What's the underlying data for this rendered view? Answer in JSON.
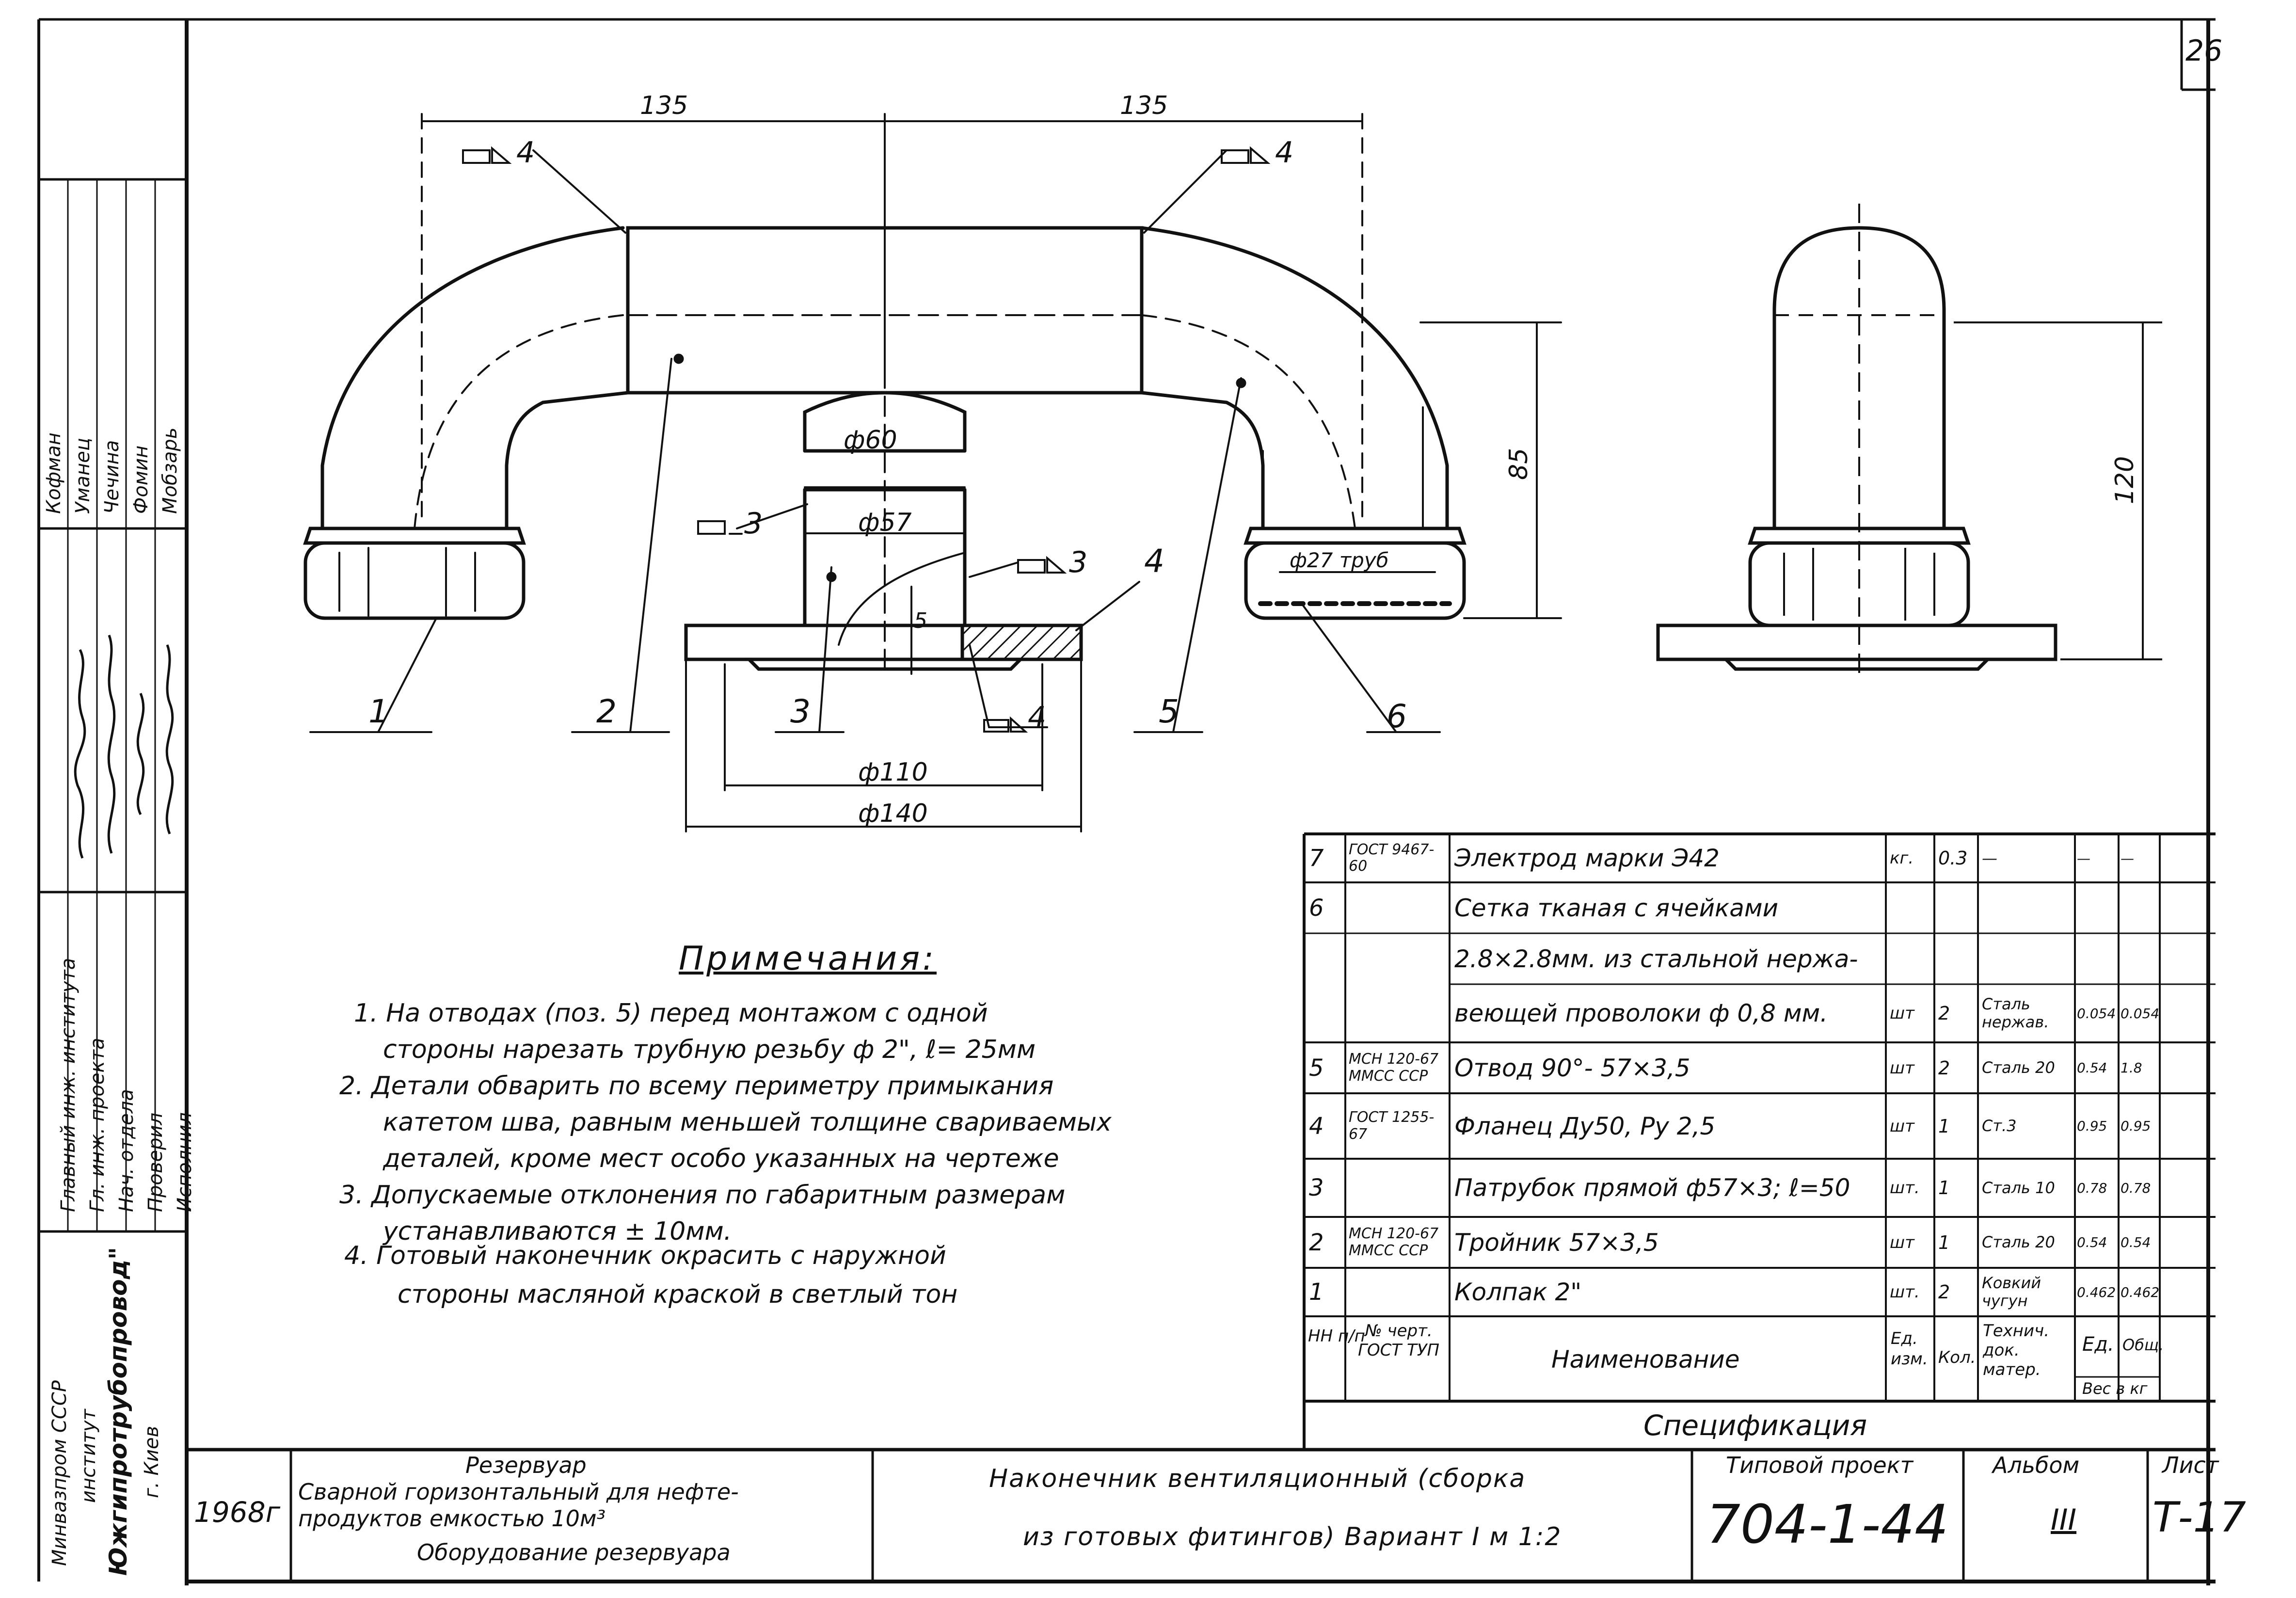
{
  "sheet_number": "26",
  "dimensions": {
    "d135_left": "135",
    "d135_right": "135",
    "d60": "ф60",
    "d57": "ф57",
    "d27": "ф27 труб",
    "d110": "ф110",
    "d140": "ф140",
    "h85": "85",
    "h120": "120",
    "s5": "5"
  },
  "welds": {
    "w_top_left": "4",
    "w_top_right": "4",
    "w_mid_left": "3",
    "w_mid_right": "3",
    "w_bottom": "4"
  },
  "positions": {
    "p1": "1",
    "p2": "2",
    "p3": "3",
    "p4": "4",
    "p5": "5",
    "p6": "6"
  },
  "notes": {
    "title": "Примечания:",
    "items": [
      "1. На отводах (поз. 5) перед монтажом с одной",
      "стороны нарезать трубную резьбу ф 2\", ℓ= 25мм",
      "2. Детали обварить по всему периметру примыкания",
      "катетом шва, равным меньшей толщине свариваемых",
      "деталей, кроме мест особо указанных на чертеже",
      "3. Допускаемые отклонения по габаритным размерам",
      "устанавливаются ± 10мм.",
      "4. Готовый наконечник окрасить с наружной",
      "стороны масляной краской в светлый тон"
    ]
  },
  "spec": {
    "caption": "Спецификация",
    "header": {
      "pos": "НН п/п",
      "doc": "№ черт. ГОСТ ТУП",
      "name": "Наименование",
      "unit": "Ед. изм.",
      "qty": "Кол.",
      "material": "Технич. док. матер.",
      "weight_unit": "Ед.",
      "weight_total": "Общ.",
      "weight_caption": "Вес в кг"
    },
    "rows": [
      {
        "pos": "7",
        "doc": "ГОСТ 9467-60",
        "name": "Электрод марки Э42",
        "unit": "кг.",
        "qty": "0.3",
        "material": "—",
        "w1": "—",
        "w2": "—"
      },
      {
        "pos": "6",
        "doc": "",
        "name": "Сетка тканая с ячейками",
        "unit": "",
        "qty": "",
        "material": "",
        "w1": "",
        "w2": ""
      },
      {
        "pos": "",
        "doc": "",
        "name": "2.8×2.8мм. из стальной нержа-",
        "unit": "",
        "qty": "",
        "material": "",
        "w1": "",
        "w2": ""
      },
      {
        "pos": "",
        "doc": "",
        "name": "веющей проволоки ф 0,8 мм.",
        "unit": "шт",
        "qty": "2",
        "material": "Сталь нержав.",
        "w1": "0.054",
        "w2": "0.054"
      },
      {
        "pos": "5",
        "doc": "МСН 120-67 ММСС ССР",
        "name": "Отвод 90°- 57×3,5",
        "unit": "шт",
        "qty": "2",
        "material": "Сталь 20",
        "w1": "0.54",
        "w2": "1.8"
      },
      {
        "pos": "4",
        "doc": "ГОСТ 1255-67",
        "name": "Фланец Ду50, Ру 2,5",
        "unit": "шт",
        "qty": "1",
        "material": "Ст.3",
        "w1": "0.95",
        "w2": "0.95"
      },
      {
        "pos": "3",
        "doc": "",
        "name": "Патрубок прямой ф57×3; ℓ=50",
        "unit": "шт.",
        "qty": "1",
        "material": "Сталь 10",
        "w1": "0.78",
        "w2": "0.78"
      },
      {
        "pos": "2",
        "doc": "МСН 120-67 ММСС ССР",
        "name": "Тройник 57×3,5",
        "unit": "шт",
        "qty": "1",
        "material": "Сталь 20",
        "w1": "0.54",
        "w2": "0.54"
      },
      {
        "pos": "1",
        "doc": "",
        "name": "Колпак 2\"",
        "unit": "шт.",
        "qty": "2",
        "material": "Ковкий чугун",
        "w1": "0.462",
        "w2": "0.462"
      }
    ]
  },
  "side_stamp": {
    "roles": [
      "Главный инж. института",
      "Гл. инж. проекта",
      "Нач. отдела",
      "Проверил",
      "Исполнил"
    ],
    "names": [
      "Кофман",
      "Уманец",
      "Чечина",
      "Фомин",
      "Мобзарь"
    ],
    "org": [
      "Минвазпром СССР",
      "институт",
      "Южгипротрубопровод\"",
      "г. Киев"
    ]
  },
  "title_block": {
    "year": "1968г",
    "object_line1": "Резервуар",
    "object_line2": "Сварной горизонтальный для нефте-",
    "object_line3": "продуктов емкостью 10м³",
    "object_line4": "Оборудование резервуара",
    "drawing_title1": "Наконечник вентиляционный (сборка",
    "drawing_title2": "из готовых фитингов) Вариант I   м 1:2",
    "project_label": "Типовой проект",
    "project_number": "704-1-44",
    "album_label": "Альбом",
    "album_number": "III",
    "sheet_label": "Лист",
    "sheet_code": "Т-17"
  }
}
